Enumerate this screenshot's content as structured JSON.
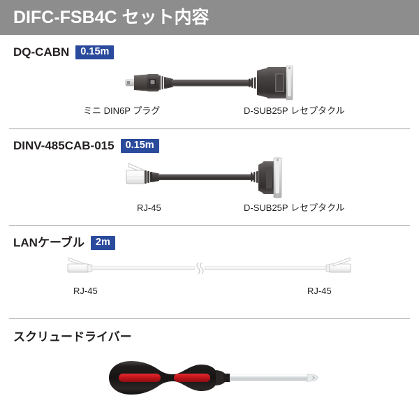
{
  "header": {
    "title": "DIFC-FSB4C セット内容"
  },
  "colors": {
    "header_bg": "#8d8d8d",
    "header_text": "#ffffff",
    "badge_bg": "#2a4a9c",
    "badge_text": "#ffffff",
    "divider": "#a9a3a3",
    "body_text": "#231f20",
    "connector_dark": "#3f3c3c",
    "connector_metal": "#d8d8d8",
    "cable_dark": "#4b4747",
    "cable_light": "#f2f2f2",
    "handle_black": "#2b2626",
    "handle_red": "#c4161c",
    "shaft_silver": "#d5d8da"
  },
  "sections": [
    {
      "id": "dq-cabn",
      "name": "DQ-CABN",
      "badge": "0.15m",
      "captions": {
        "left": "ミニ DIN6P プラグ",
        "right": "D-SUB25P レセプタクル"
      },
      "art": "cable-mini-din6p-to-dsub25p"
    },
    {
      "id": "dinv-485cab-015",
      "name": "DINV-485CAB-015",
      "badge": "0.15m",
      "captions": {
        "left": "RJ-45",
        "right": "D-SUB25P レセプタクル"
      },
      "art": "cable-rj45-to-dsub25p"
    },
    {
      "id": "lan-cable",
      "name": "LANケーブル",
      "badge": "2m",
      "captions": {
        "left": "RJ-45",
        "right": "RJ-45"
      },
      "art": "lan-cable-rj45-both-ends"
    },
    {
      "id": "screwdriver",
      "name": "スクリュードライバー",
      "badge": "",
      "captions": {
        "left": "",
        "right": ""
      },
      "art": "phillips-screwdriver"
    }
  ]
}
